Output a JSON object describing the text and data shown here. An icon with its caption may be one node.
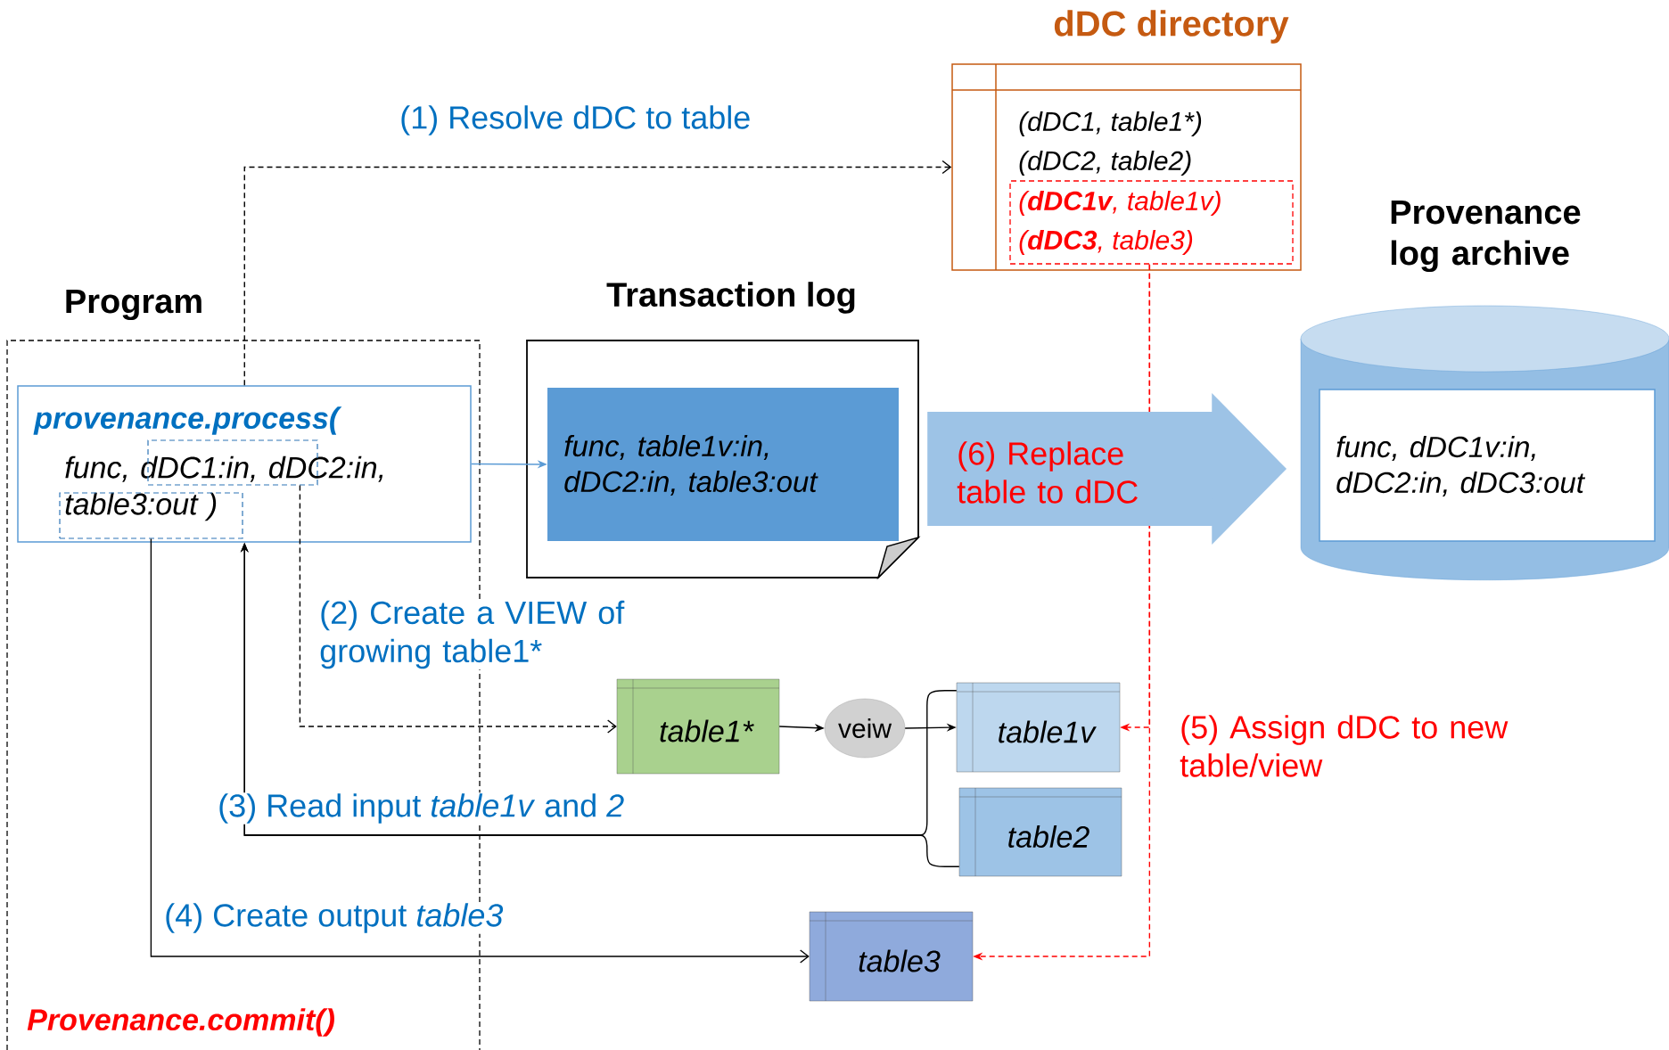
{
  "diagram": {
    "nodes": [
      {
        "text": [
          "Program",
          "Provenance.commit()"
        ]
      },
      {
        "text": [
          "provenance.process(",
          "func, dDC1:in, dDC2:in, table3:out )"
        ],
        "in": 0
      },
      {
        "text": [],
        "shape": "box",
        "in": 1
      },
      {
        "text": [],
        "shape": "box",
        "in": 1
      },
      {
        "text": [
          "Transaction log"
        ]
      },
      {
        "text": [
          "func, table1v:in, dDC2:in, table3:out"
        ],
        "in": 4
      },
      {
        "text": [
          "dDC directory",
          "(dDC1, table1*)",
          "(dDC2, table2)"
        ]
      },
      {
        "text": [
          "(**dDC1v**, table1v)",
          "(**dDC3**, table3)"
        ],
        "in": 6
      },
      {
        "text": [
          "Provenance log archive"
        ]
      },
      {
        "text": [
          "func, dDC1v:in, dDC2:in, dDC3:out"
        ],
        "in": 8
      },
      {
        "text": [
          "table1*"
        ]
      },
      {
        "text": [
          "veiw"
        ]
      },
      {
        "text": [
          "table1v"
        ]
      },
      {
        "text": [
          "table2"
        ]
      },
      {
        "text": [
          "table3"
        ]
      }
    ],
    "edges": [
      {
        "from": 1,
        "to": 6,
        "arrow": "to",
        "style": "dashed",
        "label": "(1) Resolve dDC to table"
      },
      {
        "from": 1,
        "to": 5,
        "arrow": "to",
        "color": "#5b9bd5"
      },
      {
        "from": 2,
        "to": 10,
        "arrow": "to",
        "style": "dashed",
        "label": "(2) Create a VIEW of growing table1*"
      },
      {
        "from": 10,
        "to": 11,
        "arrow": "to"
      },
      {
        "from": 11,
        "to": 12,
        "arrow": "to"
      },
      {
        "from": 12,
        "to": 1,
        "arrow": "to",
        "label": "(3) Read input *table1v* and *2*"
      },
      {
        "from": 13,
        "to": 1,
        "arrow": "to"
      },
      {
        "from": 3,
        "to": 14,
        "arrow": "to",
        "label": "(4) Create output *table3*"
      },
      {
        "from": 7,
        "to": 12,
        "arrow": "to",
        "style": "dashed",
        "color": "#ff0000",
        "label": "(5) Assign dDC to new table/view"
      },
      {
        "from": 7,
        "to": 14,
        "arrow": "to",
        "style": "dashed",
        "color": "#ff0000"
      },
      {
        "from": 5,
        "to": 9,
        "arrow": "to",
        "style": "thick",
        "color": "#9dc3e6",
        "label": "(6) Replace table to dDC"
      }
    ]
  }
}
